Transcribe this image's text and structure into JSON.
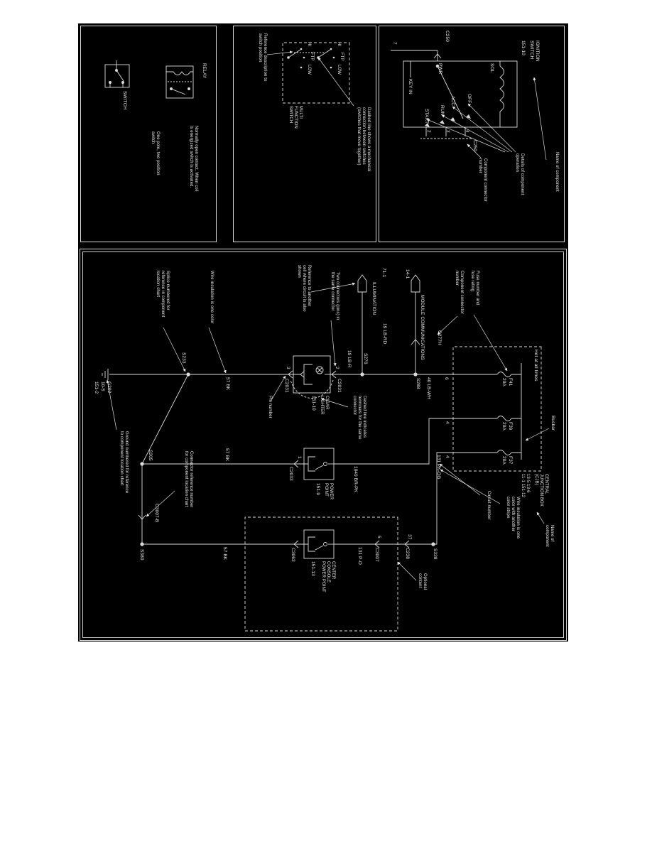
{
  "colors": {
    "paper": "#ffffff",
    "panel": "#000000",
    "ink": "#e9e9e9"
  },
  "legend": {
    "relay": {
      "label": "RELAY",
      "desc": "Normally open contact. When coil is energized switch is activated."
    },
    "switch": {
      "label": "SWITCH",
      "desc": "One pole, two position switch"
    }
  },
  "multifunction": {
    "title": "MULTI FUNCTION SWITCH",
    "positions": {
      "hi": "HI",
      "ftp": "FTP",
      "low": "LOW"
    },
    "callouts": {
      "reference": "Reference description to switch position",
      "dashed": "Dashed line shows a mechanical connection between switches (switches that move together)"
    }
  },
  "ignition": {
    "title": "IGNITION SWITCH",
    "ref": "151-10",
    "terminals": {
      "sol": "SOL",
      "pwr": "PWR",
      "key_in": "KEY IN"
    },
    "positions": {
      "off": "OFF",
      "acc": "ACC",
      "run": "RUN",
      "start": "START"
    },
    "pins": {
      "p7": "7",
      "p4": "4",
      "p3": "3",
      "p2": "2"
    },
    "connectors": {
      "left": "C250",
      "right": "C250"
    },
    "callouts": {
      "name": "Name of component",
      "details": "Details of component operation",
      "connector": "Component connector number"
    }
  },
  "sample": {
    "power": {
      "hot": "Hot at all times",
      "busbar": "Busbar"
    },
    "cjb": {
      "name": "CENTRAL JUNCTION BOX (CJB)",
      "refs": "13-5  13-6  11-1  151-12",
      "fuses": [
        {
          "id": "F41",
          "rating": "20A"
        },
        {
          "id": "F39",
          "rating": "20A"
        },
        {
          "id": "F37",
          "rating": "20A"
        }
      ],
      "pins": {
        "p6": "6",
        "p4a": "4",
        "p4b": "4"
      }
    },
    "wires": {
      "w40": "40 LB-WH",
      "w19a": "19 LB-R",
      "w19b": "19 LB-RD",
      "w57a": "57 BK",
      "w57b": "57 BK",
      "w57c": "57 BK",
      "w1049": "1049 BR-PK",
      "w131a": "131 PK-OG",
      "w131b": "131 P-O"
    },
    "splices": {
      "s288": "S288",
      "s276": "S276",
      "s233": "S233",
      "s205": "S205",
      "s380": "S380",
      "s338": "S338"
    },
    "connectors": {
      "c277h": "C277H",
      "c2031a": "C2031",
      "c2031b": "C2031",
      "c2033": "C2033",
      "c3063": "C3063",
      "c3007": "C3007",
      "c3007b": "C3007-B",
      "c238": "C238"
    },
    "pins": {
      "p2": "2",
      "p3": "3",
      "p1": "1",
      "p5": "5",
      "p37": "37"
    },
    "ground": {
      "id": "G202",
      "ref1": "10-5",
      "ref2": "151-2"
    },
    "offpage": {
      "module": "MODULE COMMUNICATIONS",
      "module_ref": "14-1",
      "illumination": "ILLUMINATION",
      "illum_ref": "71-1"
    },
    "components": {
      "cigar": {
        "name": "CIGAR LIGHTER",
        "ref": "151-10"
      },
      "power_point": {
        "name": "POWER POINT",
        "ref": "151-9"
      },
      "console": {
        "name": "CENTER CONSOLE POWER POINT",
        "ref": "151-13"
      }
    },
    "callouts": {
      "fuse": "Fuse number and fuse rating",
      "component_connector": "Component connector number",
      "circuit": "Circuit number",
      "stripe": "Wire insulation is one color with another color stripe",
      "name": "Name of component",
      "optional": "Optional content",
      "ground": "Ground numbered for reference to component location chart",
      "splice": "Splice numbered for reference in component location chart",
      "one_color": "Wire insulation is one color",
      "pin": "Pin number",
      "same_connector": "Dashed line indicates terminals for the same connector",
      "two_connectors": "Two connectors (pins) in the same connector",
      "reference": "Reference to another cell where circuit is also shown",
      "connector_ref": "Connector reference number for component location chart"
    }
  }
}
